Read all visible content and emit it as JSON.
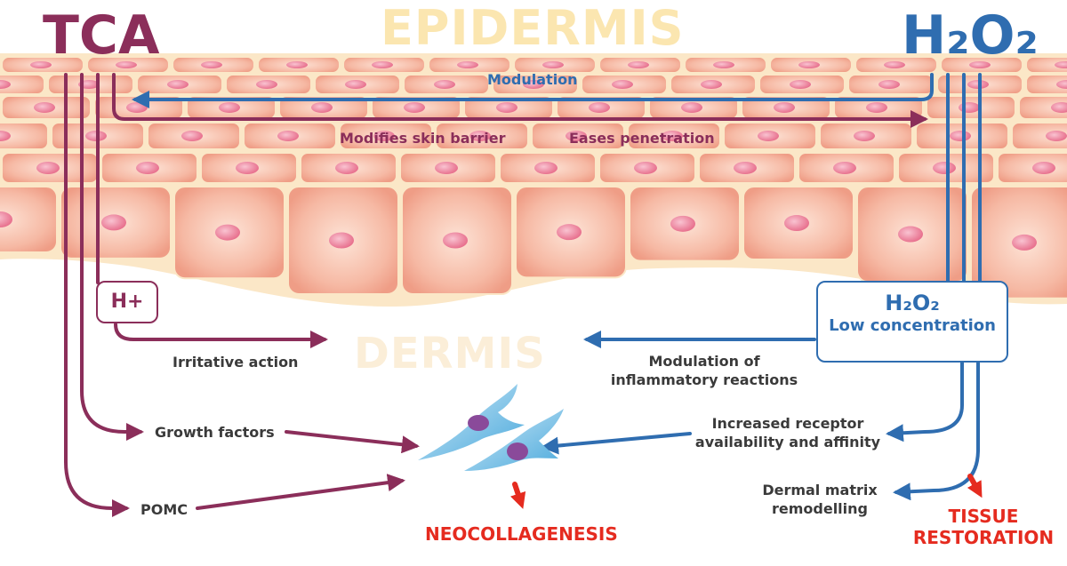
{
  "titles": {
    "tca": "TCA",
    "h2o2": "H₂O₂"
  },
  "layers": {
    "epidermis": "EPIDERMIS",
    "dermis": "DERMIS"
  },
  "boxes": {
    "h_plus": "H+",
    "h2o2_formula": "H₂O₂",
    "h2o2_sub": "Low concentration"
  },
  "labels": {
    "modulation": "Modulation",
    "modifies_barrier": "Modifies skin barrier",
    "eases_penetration": "Eases penetration",
    "irritative_action": "Irritative action",
    "modulation_inflammatory_1": "Modulation of",
    "modulation_inflammatory_2": "inflammatory reactions",
    "growth_factors": "Growth factors",
    "pomc": "POMC",
    "receptor_1": "Increased receptor",
    "receptor_2": "availability and affinity",
    "dermal_1": "Dermal matrix",
    "dermal_2": "remodelling",
    "neocollagenesis": "NEOCOLLAGENESIS",
    "tissue_1": "TISSUE",
    "tissue_2": "RESTORATION"
  },
  "colors": {
    "tca": "#8b2e5a",
    "h2o2": "#2f6db0",
    "outcome": "#e52b1f",
    "skin": "#f6b9a4",
    "skin_border": "#fbe7c7",
    "nucleus": "#ef86a2",
    "fibroblast": "#5bb7e3",
    "fibroblast_nucleus": "#8a4a9a",
    "layer_text": "#fbe6b0"
  }
}
